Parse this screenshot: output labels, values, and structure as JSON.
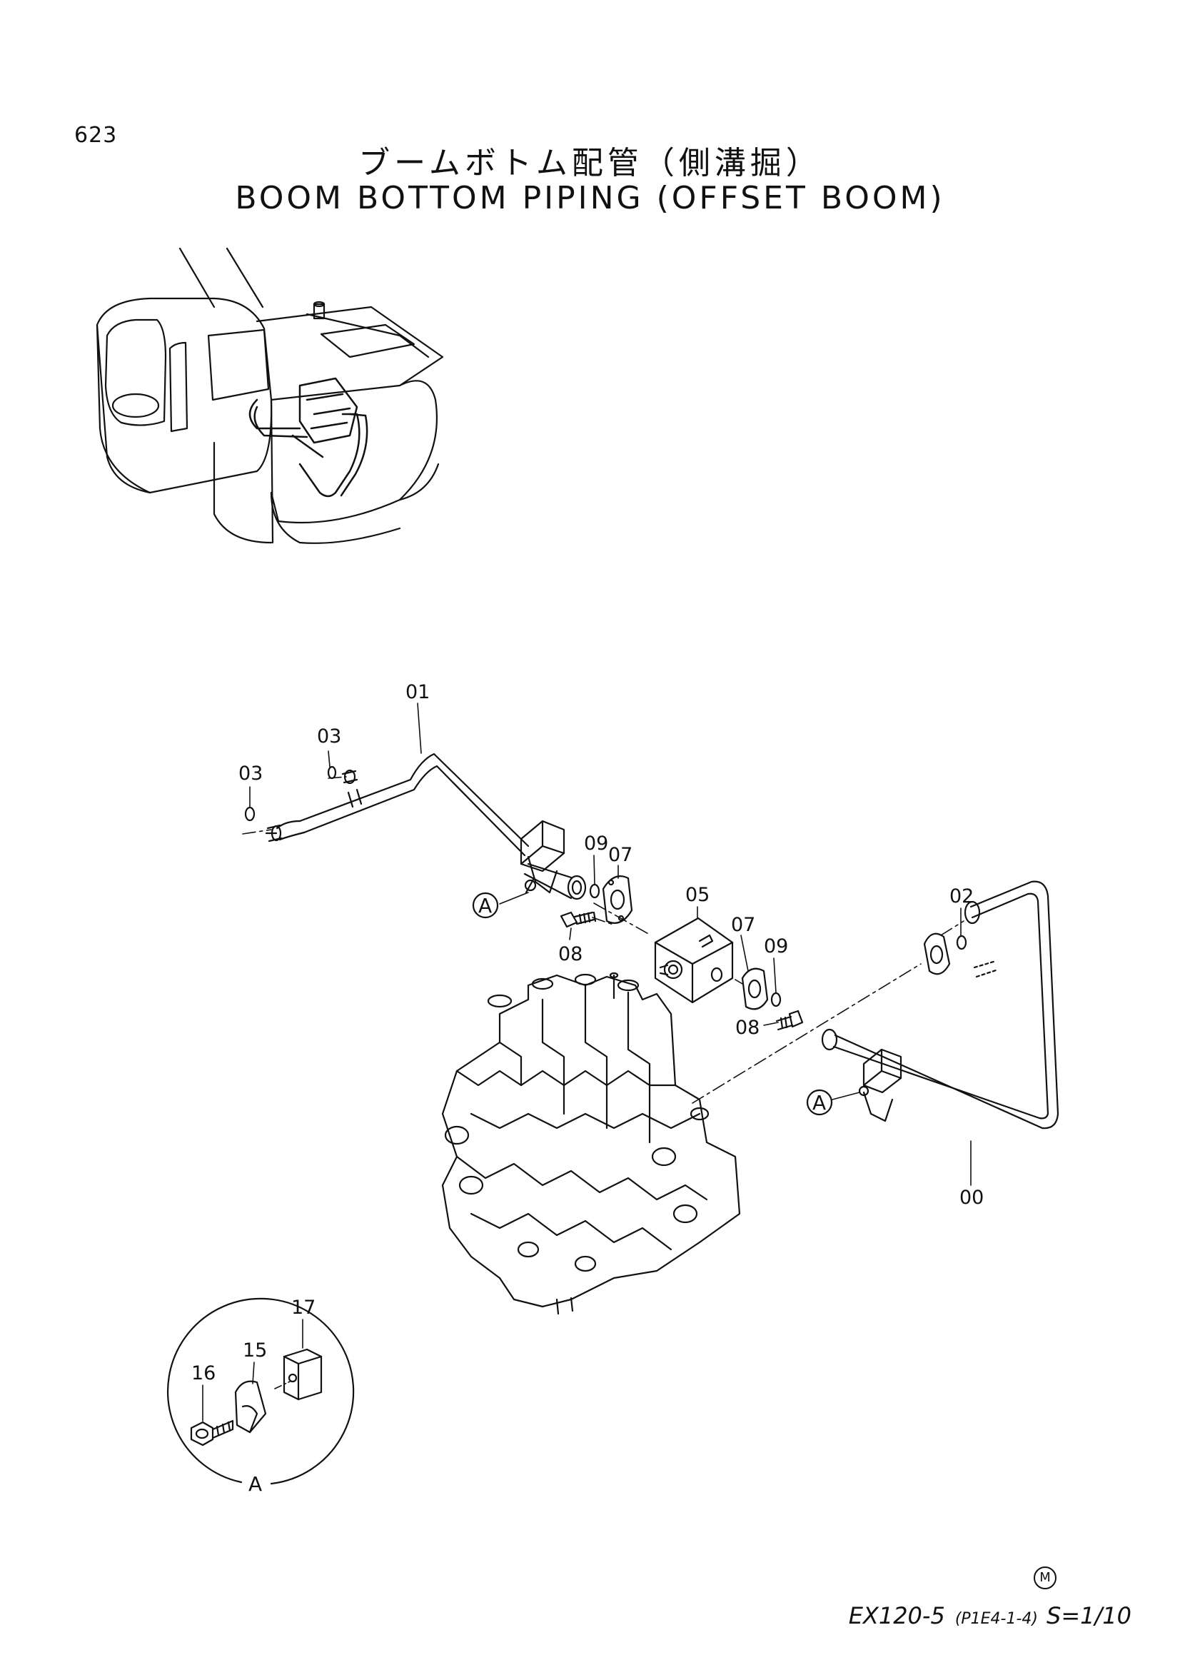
{
  "page": {
    "number": "623",
    "title_jp": "ブームボトム配管（側溝掘）",
    "title_en": "BOOM BOTTOM PIPING (OFFSET BOOM)"
  },
  "callouts": {
    "c00": "00",
    "c01": "01",
    "c02": "02",
    "c03a": "03",
    "c03b": "03",
    "c05": "05",
    "c07a": "07",
    "c07b": "07",
    "c08a": "08",
    "c08b": "08",
    "c09a": "09",
    "c09b": "09",
    "c15": "15",
    "c16": "16",
    "c17": "17"
  },
  "view_refs": {
    "a1": "A",
    "a2": "A",
    "detail": "A"
  },
  "footer": {
    "mark": "M",
    "model": "EX120-5",
    "code": "(P1E4-1-4)",
    "scale": "S=1/10"
  }
}
